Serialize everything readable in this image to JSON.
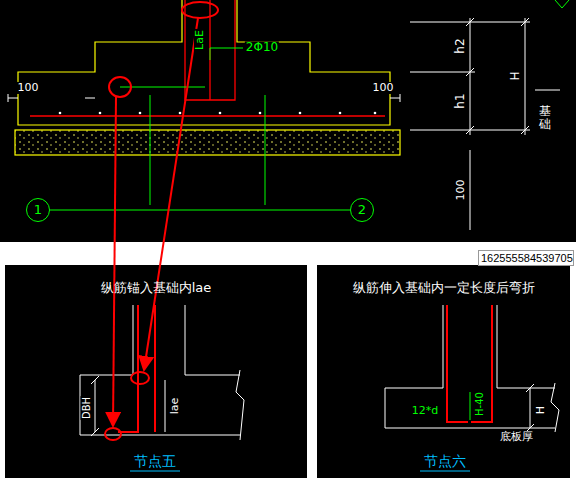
{
  "diagram": {
    "nodes": [
      {
        "text": [
          "1"
        ]
      },
      {
        "text": [
          "2"
        ]
      },
      {
        "text": [
          "162555584539705"
        ]
      },
      {
        "text": [
          "纵筋锚入基础内lae",
          "节点五"
        ]
      },
      {
        "text": [
          "纵筋伸入基础内一定长度后弯折",
          "节点六"
        ]
      }
    ],
    "labels": [
      "LaE",
      "2Φ10",
      "100",
      "100",
      "h2",
      "h1",
      "H",
      "100",
      "基础",
      "DBH",
      "lae",
      "12*d",
      "H-40",
      "H",
      "底板厚"
    ]
  }
}
